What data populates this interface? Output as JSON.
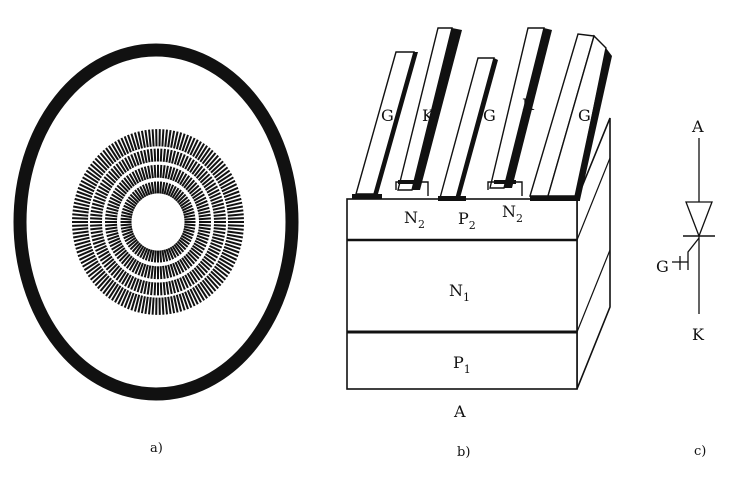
{
  "panels": {
    "a": {
      "caption": "a)"
    },
    "b": {
      "caption": "b)",
      "top_labels": [
        "G",
        "K",
        "G",
        "K",
        "G"
      ],
      "layer_n2_left": {
        "main": "N",
        "sub": "2"
      },
      "layer_p2": {
        "main": "P",
        "sub": "2"
      },
      "layer_n2_right": {
        "main": "N",
        "sub": "2"
      },
      "layer_n1": {
        "main": "N",
        "sub": "1"
      },
      "layer_p1": {
        "main": "P",
        "sub": "1"
      },
      "bottom_label": "A"
    },
    "c": {
      "caption": "c)",
      "anode": "A",
      "gate": "G",
      "cathode": "K"
    }
  }
}
